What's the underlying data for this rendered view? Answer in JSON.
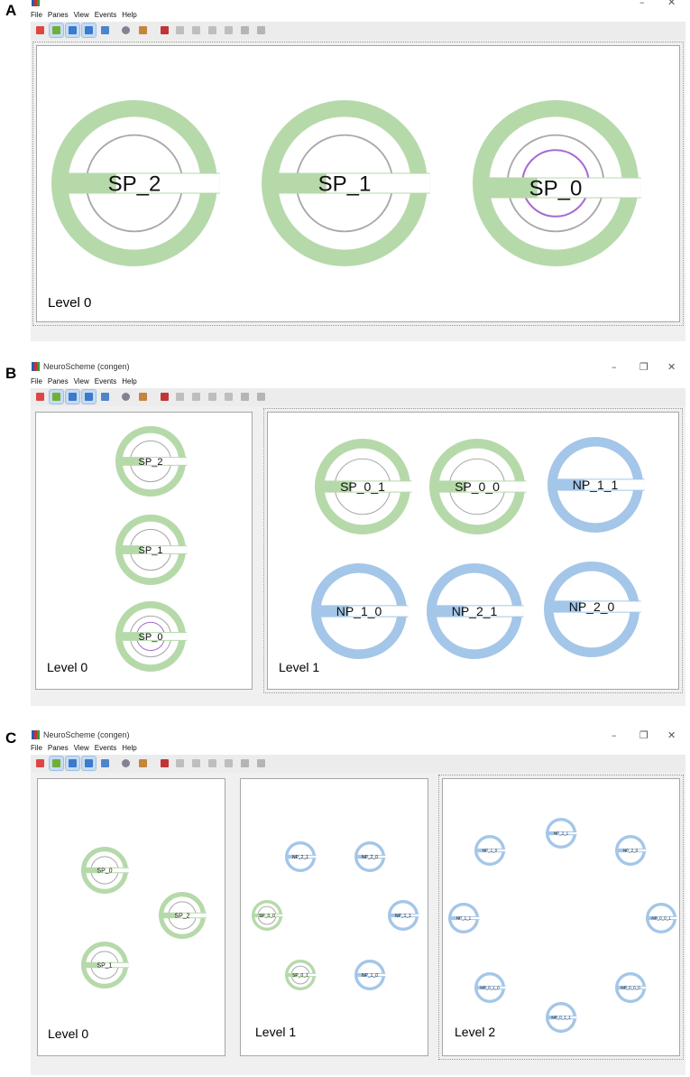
{
  "panel_labels": {
    "a": "A",
    "b": "B",
    "c": "C"
  },
  "app": {
    "title": "NeuroScheme (congen)",
    "menu": [
      "File",
      "Panes",
      "View",
      "Events",
      "Help"
    ],
    "win_min": "–",
    "win_max": "❐",
    "win_close": "✕"
  },
  "toolbar_icons": [
    "home-icon",
    "path-icon",
    "columns-icon",
    "text-icon",
    "calendar-icon",
    "gear-icon",
    "book-icon",
    "tower-icon",
    "clipboard-icon",
    "clipboard-icon",
    "clipboard-icon",
    "clipboard-icon",
    "camera-icon",
    "camera-icon"
  ],
  "colors": {
    "super_population": "#b6d9aa",
    "neuron_population": "#a4c6e8",
    "ring_gray": "#a8a8a8",
    "ring_purple": "#a66ad1"
  },
  "panel_a": {
    "level_label": "Level 0",
    "nodes": [
      {
        "label": "SP_2"
      },
      {
        "label": "SP_1"
      },
      {
        "label": "SP_0"
      }
    ]
  },
  "panel_b": {
    "level0_label": "Level 0",
    "level1_label": "Level 1",
    "level0_nodes": [
      {
        "label": "SP_2"
      },
      {
        "label": "SP_1"
      },
      {
        "label": "SP_0"
      }
    ],
    "level1_nodes": [
      {
        "label": "SP_0_1"
      },
      {
        "label": "SP_0_0"
      },
      {
        "label": "NP_1_1"
      },
      {
        "label": "NP_1_0"
      },
      {
        "label": "NP_2_1"
      },
      {
        "label": "NP_2_0"
      }
    ]
  },
  "panel_c": {
    "level0_label": "Level 0",
    "level1_label": "Level 1",
    "level2_label": "Level 2",
    "level0_nodes": [
      {
        "label": "SP_0"
      },
      {
        "label": "SP_2"
      },
      {
        "label": "SP_1"
      }
    ],
    "level1_nodes": [
      {
        "label": "NP_2_1"
      },
      {
        "label": "NP_2_0"
      },
      {
        "label": "SP_0_0"
      },
      {
        "label": "NP_1_1"
      },
      {
        "label": "SP_0_1"
      },
      {
        "label": "NP_1_0"
      }
    ],
    "level2_nodes": [
      {
        "label": "NP_2_1"
      },
      {
        "label": "NP_1_0"
      },
      {
        "label": "NP_2_0"
      },
      {
        "label": "NP_1_1"
      },
      {
        "label": "NP_0_0_1"
      },
      {
        "label": "NP_0_1_0"
      },
      {
        "label": "NP_0_0_0"
      },
      {
        "label": "NP_0_1_1"
      }
    ]
  }
}
